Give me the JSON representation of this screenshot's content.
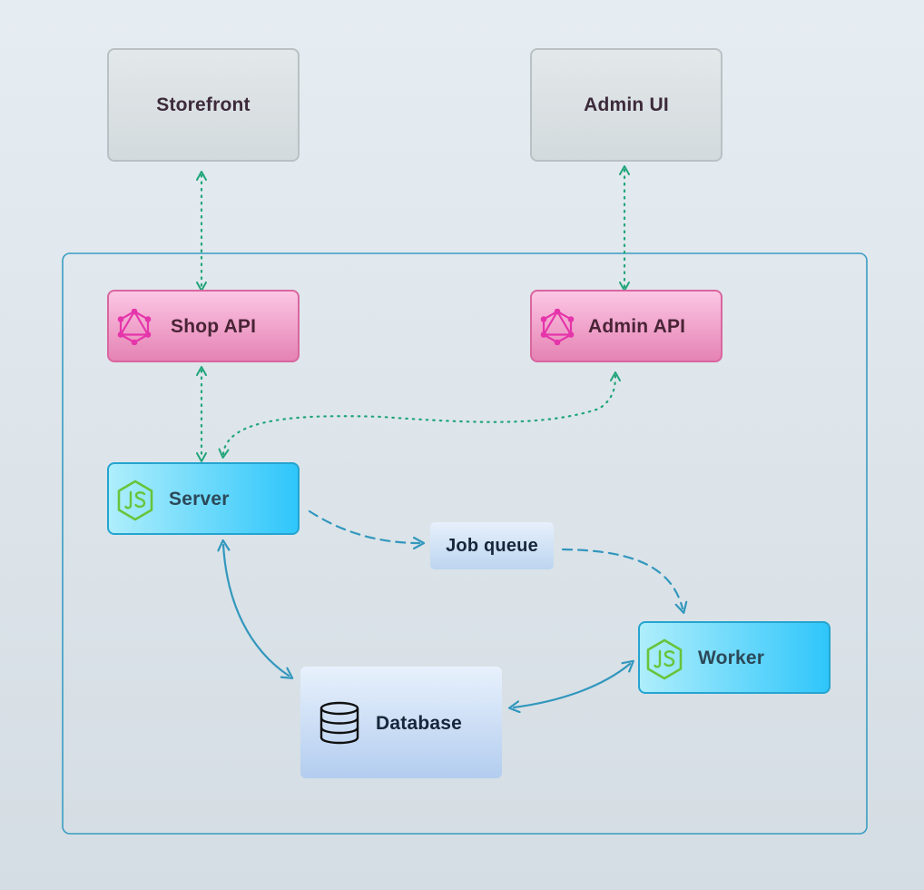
{
  "nodes": {
    "storefront": {
      "label": "Storefront"
    },
    "admin_ui": {
      "label": "Admin UI"
    },
    "shop_api": {
      "label": "Shop API",
      "icon": "graphql-icon"
    },
    "admin_api": {
      "label": "Admin API",
      "icon": "graphql-icon"
    },
    "server": {
      "label": "Server",
      "icon": "nodejs-icon"
    },
    "job_queue": {
      "label": "Job queue"
    },
    "worker": {
      "label": "Worker",
      "icon": "nodejs-icon"
    },
    "database": {
      "label": "Database",
      "icon": "database-icon"
    }
  },
  "edges": [
    {
      "from": "storefront",
      "to": "shop_api",
      "style": "dotted",
      "direction": "both"
    },
    {
      "from": "admin_ui",
      "to": "admin_api",
      "style": "dotted",
      "direction": "both"
    },
    {
      "from": "shop_api",
      "to": "server",
      "style": "dotted",
      "direction": "both"
    },
    {
      "from": "server",
      "to": "admin_api",
      "style": "dotted",
      "direction": "both"
    },
    {
      "from": "server",
      "to": "job_queue",
      "style": "dashed",
      "direction": "forward"
    },
    {
      "from": "job_queue",
      "to": "worker",
      "style": "dashed",
      "direction": "forward"
    },
    {
      "from": "server",
      "to": "database",
      "style": "solid",
      "direction": "both"
    },
    {
      "from": "database",
      "to": "worker",
      "style": "solid",
      "direction": "both"
    }
  ],
  "colors": {
    "dotted_edge": "#22a57a",
    "service_edge": "#3397bd",
    "container_border": "#3a9cc2",
    "graphql": "#e535ab",
    "nodejs": "#68c43a"
  }
}
